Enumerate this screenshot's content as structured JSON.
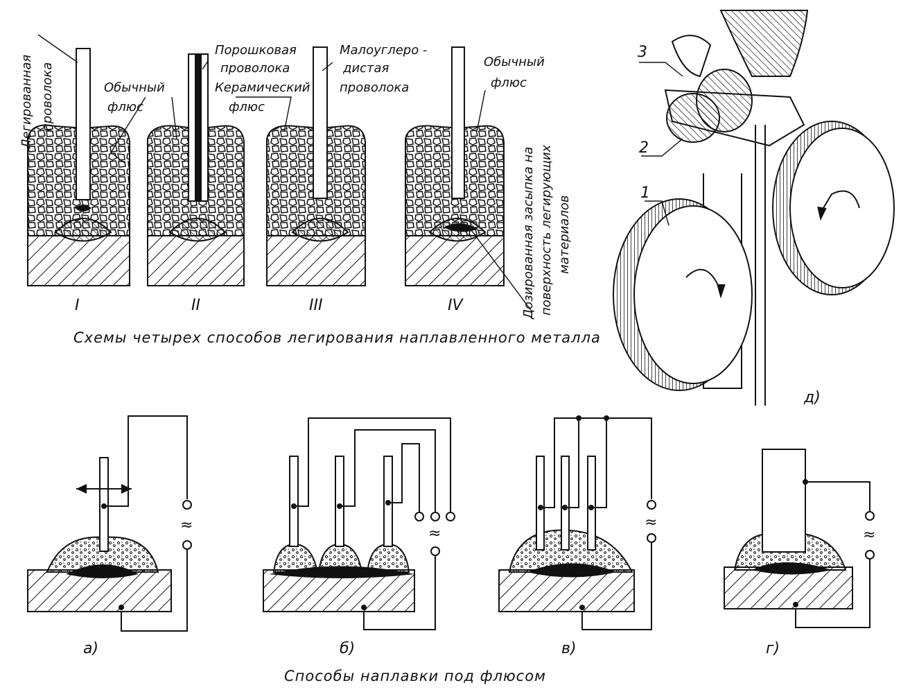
{
  "top_figure": {
    "caption": "Схемы четырех способов легирования наплавленного металла",
    "panels": [
      {
        "numeral": "I",
        "labels": [
          "Легированная",
          "проволока",
          "Обычный",
          "флюс"
        ]
      },
      {
        "numeral": "II",
        "labels": [
          "Порошковая",
          "проволока",
          "Керамический",
          "флюс"
        ]
      },
      {
        "numeral": "III",
        "labels": [
          "Малоуглеро -",
          "дистая",
          "проволока"
        ]
      },
      {
        "numeral": "IV",
        "labels": [
          "Обычный",
          "флюс",
          "Дозированная засыпка на",
          "поверхность легирующих",
          "материалов"
        ]
      }
    ]
  },
  "roller_figure": {
    "caption": "д)",
    "callouts": [
      "1",
      "2",
      "3"
    ]
  },
  "bottom_figure": {
    "caption": "Способы наплавки под флюсом",
    "panels": [
      {
        "letter": "а)"
      },
      {
        "letter": "б)"
      },
      {
        "letter": "в)"
      },
      {
        "letter": "г)"
      }
    ],
    "ac_symbol": "≈"
  }
}
